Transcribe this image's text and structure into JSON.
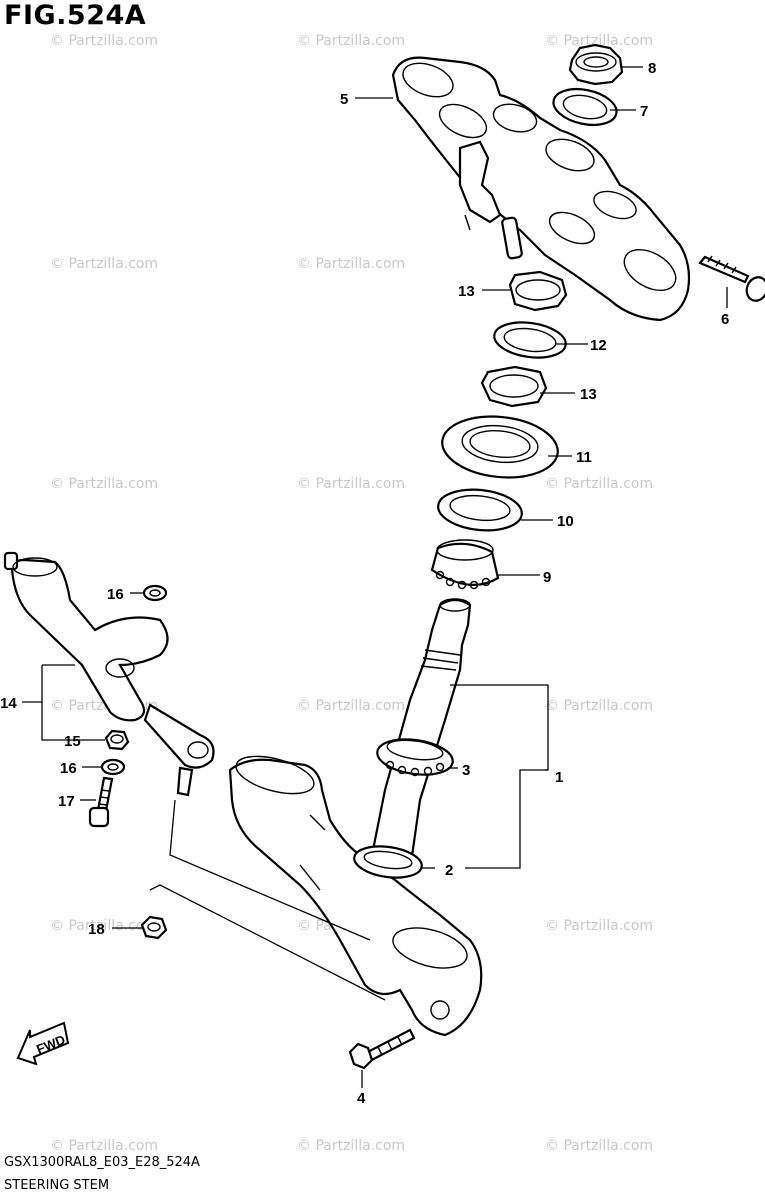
{
  "figure": {
    "title": "FIG.524A",
    "code": "GSX1300RAL8_E03_E28_524A",
    "subtitle": "STEERING STEM",
    "watermark": "© Partzilla.com",
    "fwd_label": "FWD"
  },
  "callouts": [
    "1",
    "2",
    "3",
    "4",
    "5",
    "6",
    "7",
    "8",
    "9",
    "10",
    "11",
    "12",
    "13",
    "13",
    "14",
    "15",
    "16",
    "16",
    "17",
    "18"
  ]
}
